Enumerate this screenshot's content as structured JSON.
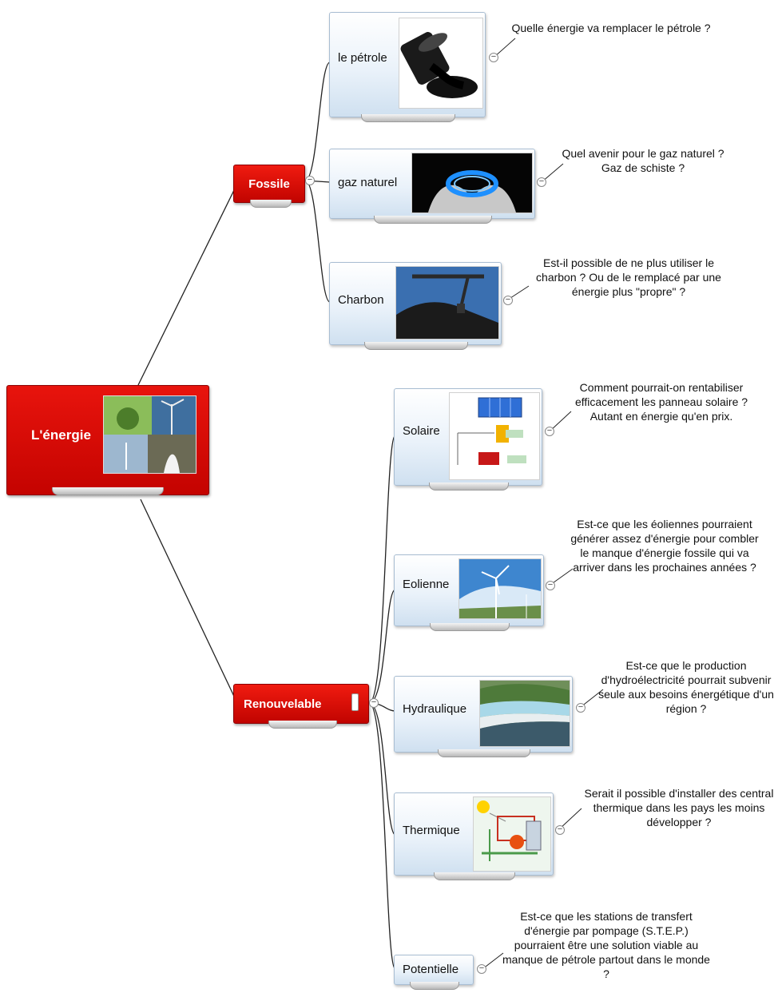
{
  "central": {
    "label": "L'énergie"
  },
  "branches": [
    {
      "label": "Fossile",
      "children": [
        {
          "label": "le pétrole",
          "note": "Quelle énergie va remplacer le pétrole ?"
        },
        {
          "label": "gaz naturel",
          "note": "Quel avenir pour le gaz naturel ? Gaz de schiste ?"
        },
        {
          "label": "Charbon",
          "note": "Est-il possible de ne plus utiliser le charbon ? Ou de le remplacé par une énergie plus \"propre\" ?"
        }
      ]
    },
    {
      "label": "Renouvelable",
      "children": [
        {
          "label": "Solaire",
          "note": "Comment pourrait-on rentabiliser efficacement les panneau solaire ? Autant en énergie qu'en prix."
        },
        {
          "label": "Eolienne",
          "note": "Est-ce que les éoliennes pourraient générer assez d'énergie pour combler le manque d'énergie fossile qui va arriver dans les prochaines années ?"
        },
        {
          "label": "Hydraulique",
          "note": "Est-ce que le production d'hydroélectricité pourrait subvenir seule aux besoins énergétique d'un région ?"
        },
        {
          "label": "Thermique",
          "note": "Serait il possible d'installer des central thermique dans les pays les moins développer ?"
        },
        {
          "label": "Potentielle",
          "note": "Est-ce que les stations de transfert d'énergie par pompage (S.T.E.P.) pourraient être une solution viable au manque de pétrole partout dans le monde ?"
        }
      ]
    }
  ],
  "collapse_symbol": "−"
}
